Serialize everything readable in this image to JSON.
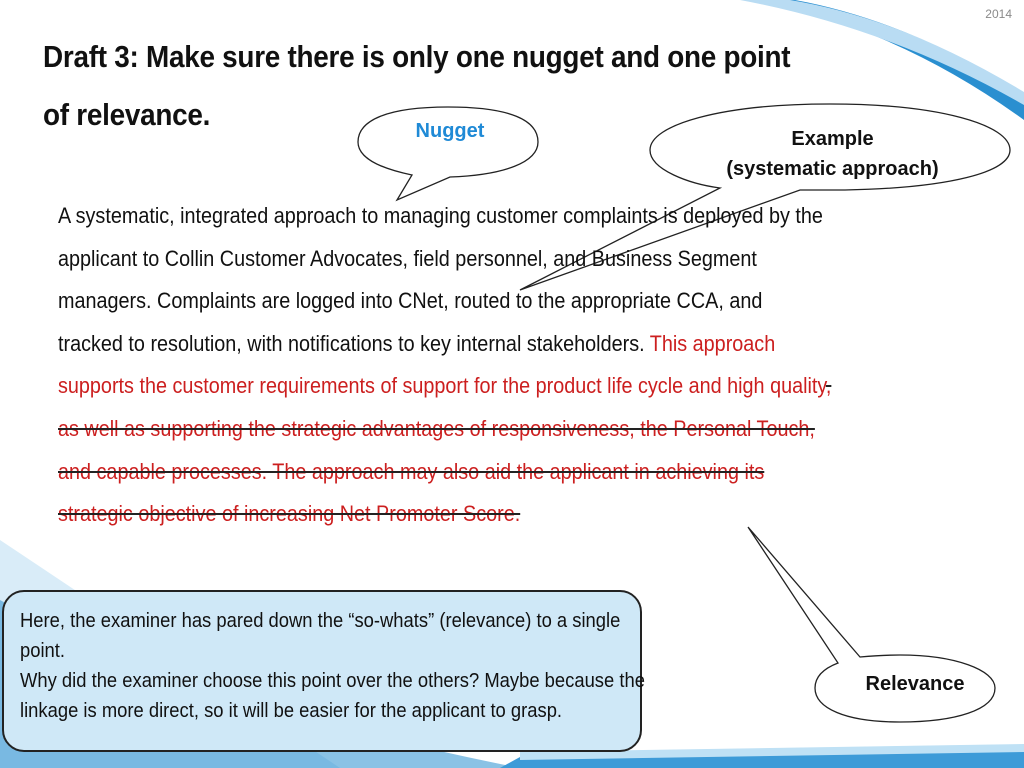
{
  "slide": {
    "year": "2014",
    "title": "Draft 3: Make sure there is only one nugget and one point of relevance."
  },
  "callouts": {
    "nugget": "Nugget",
    "example_line1": "Example",
    "example_line2": "(systematic approach)",
    "relevance": "Relevance"
  },
  "body": {
    "part1": "A systematic, integrated approach to managing customer complaints is deployed by the applicant to Collin Customer Advocates, field personnel, and Business Segment managers. Complaints are logged into CNet, routed to the appropriate CCA, and tracked to resolution, with notifications to key internal stakeholders. ",
    "part2_red": "This approach supports the customer requirements of support for the product life cycle and high quality",
    "part3_struck": ", as well as supporting the strategic advantages of responsiveness, the Personal Touch, and capable processes. The approach may also aid the applicant in achieving its strategic objective of increasing Net Promoter Score."
  },
  "note": {
    "line1": "Here, the examiner has pared down the “so-whats” (relevance) to a single point.",
    "line2": "Why did the examiner choose this point over the others? Maybe because the linkage is more direct, so it will be easier for the applicant to grasp."
  },
  "colors": {
    "accent_blue": "#1f8ad6",
    "red_text": "#cc1f1f",
    "note_bg": "#cfe8f7"
  }
}
